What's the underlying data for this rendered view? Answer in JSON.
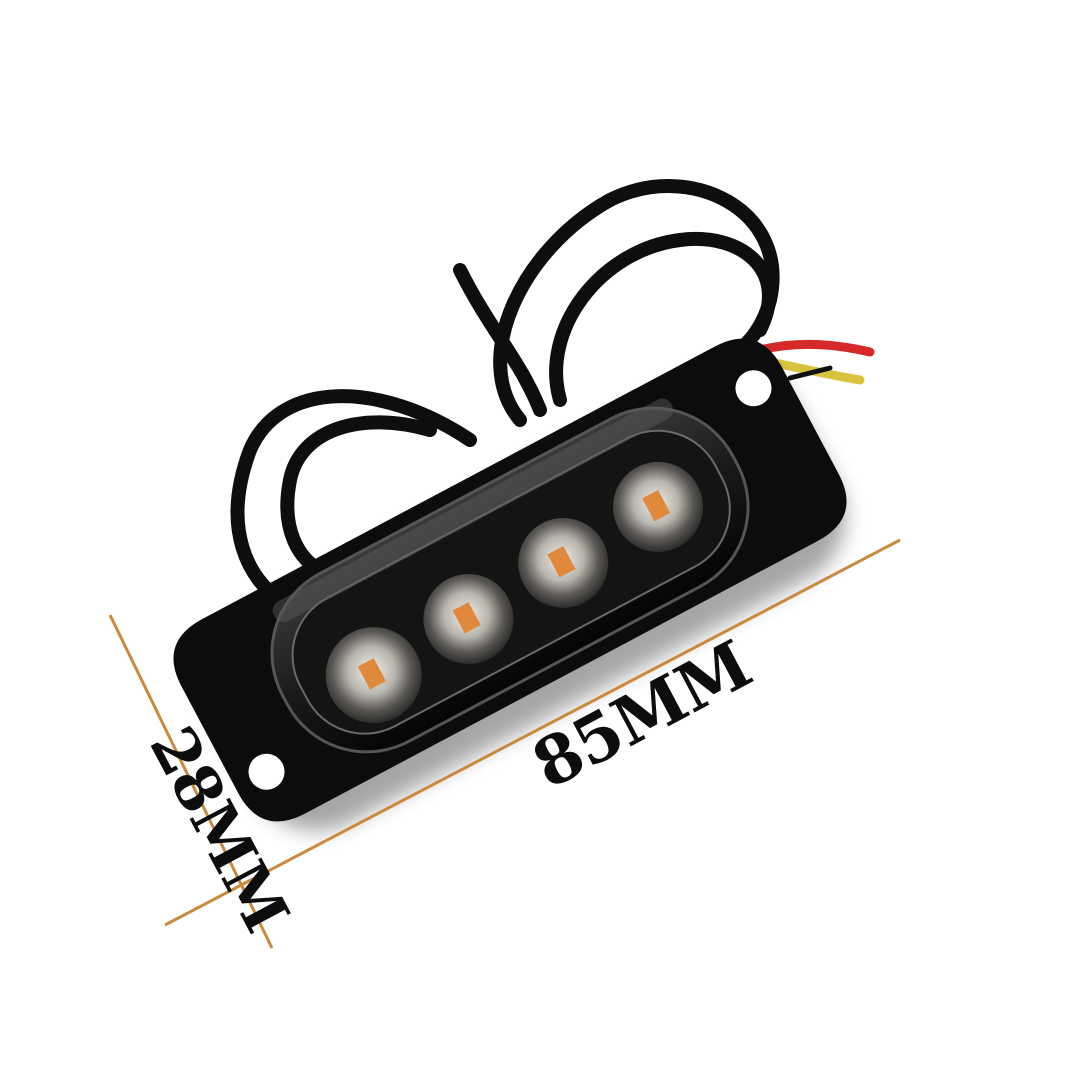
{
  "product": {
    "name": "4-LED amber strobe light module",
    "led_count": 4,
    "led_color": "#e0893c",
    "housing_color": "#0d0d0d",
    "wire_colors": [
      "#d62a2a",
      "#d9c23c",
      "#111111"
    ]
  },
  "dimensions": {
    "length_label": "85MM",
    "width_label": "28MM",
    "line_color": "#c98a3d"
  }
}
